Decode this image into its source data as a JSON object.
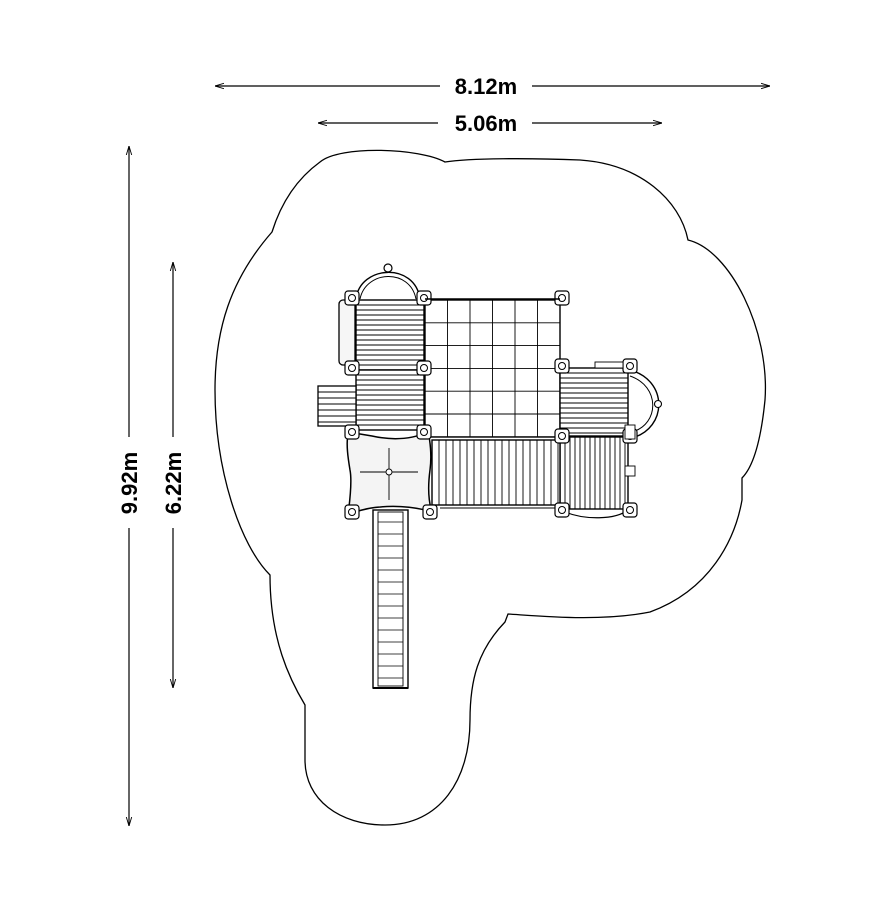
{
  "dimensions": {
    "overall_width": "8.12m",
    "structure_width": "5.06m",
    "overall_length": "9.92m",
    "structure_length": "6.22m"
  },
  "colors": {
    "line": "#000000",
    "background": "#ffffff",
    "fill_light": "#f2f2f2"
  }
}
